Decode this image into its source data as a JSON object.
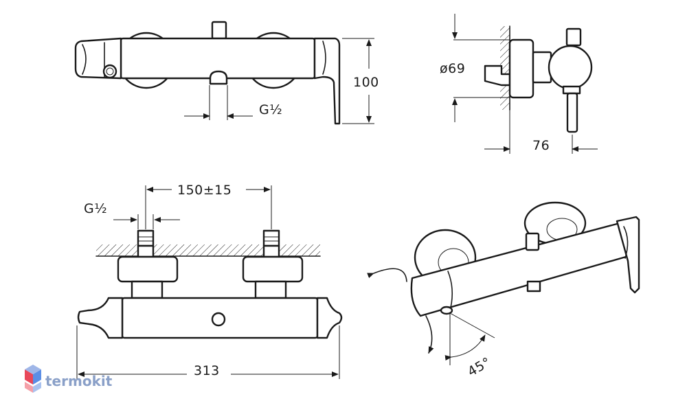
{
  "dimensions": {
    "height": "100",
    "thread_top": "G½",
    "diameter": "ø69",
    "depth": "76",
    "spacing": "150±15",
    "thread_bottom": "G½",
    "width": "313",
    "angle": "45°"
  },
  "logo": {
    "text": "termokit",
    "colors": [
      "#e8485a",
      "#5b8ee6",
      "#9fb6e8"
    ]
  },
  "colors": {
    "line": "#1a1a1a",
    "background": "#ffffff"
  }
}
